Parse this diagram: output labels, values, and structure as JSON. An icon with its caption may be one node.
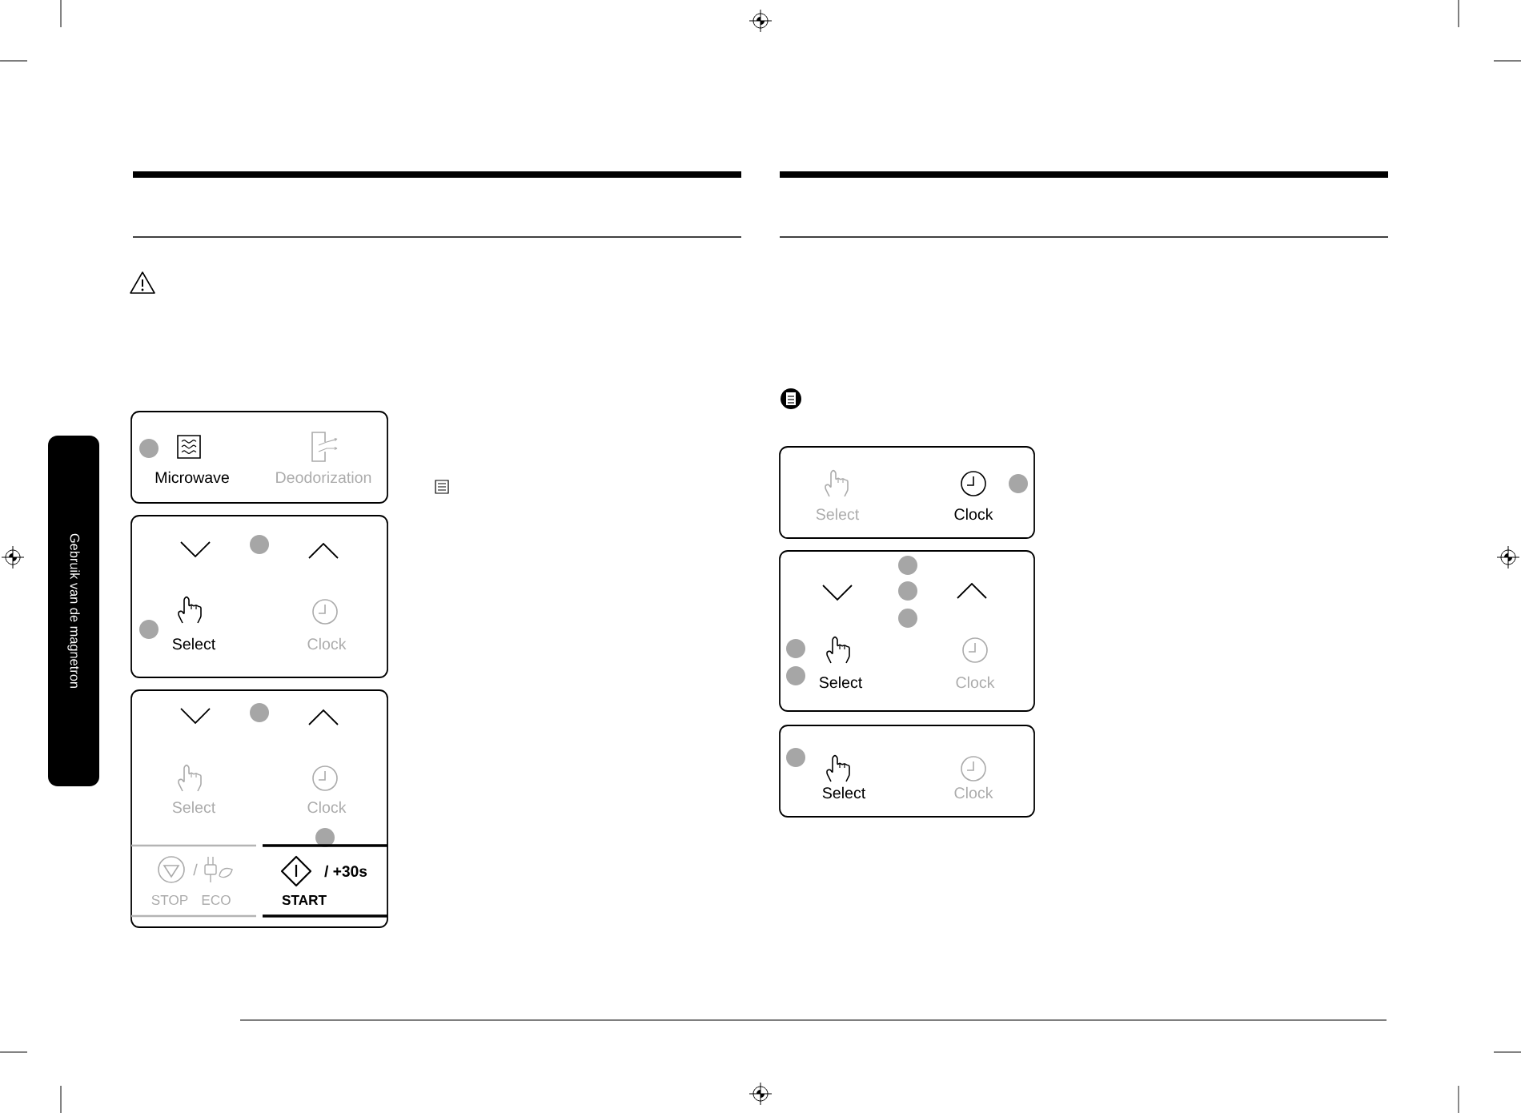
{
  "diagram": {
    "nodes": [
      {
        "text": [
          "Gebruik van de magnetron"
        ]
      },
      {
        "text": [
          "Microwave",
          "Deodorization"
        ]
      },
      {
        "text": [
          "Select",
          "Clock"
        ]
      },
      {
        "text": [
          "Select",
          "Clock"
        ]
      },
      {
        "text": [
          "/",
          "STOP",
          "ECO"
        ],
        "in": 3
      },
      {
        "text": [
          "/ +30s",
          "START"
        ],
        "in": 3
      },
      {
        "text": [
          "Select",
          "Clock"
        ]
      },
      {
        "text": [
          "Select",
          "Clock"
        ]
      },
      {
        "text": [
          "Select",
          "Clock"
        ]
      }
    ]
  }
}
